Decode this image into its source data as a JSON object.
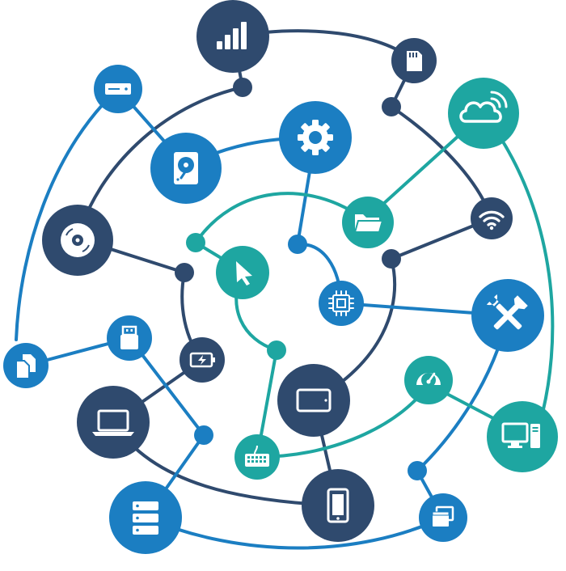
{
  "colors": {
    "navy": "#2f4a6e",
    "blue": "#1b7ec2",
    "teal": "#1ea6a1",
    "white": "#ffffff"
  },
  "nodes": [
    {
      "id": "signal",
      "icon": "signal-bars-icon",
      "color": "navy"
    },
    {
      "id": "sdcard",
      "icon": "sd-card-icon",
      "color": "navy"
    },
    {
      "id": "router",
      "icon": "router-box-icon",
      "color": "blue"
    },
    {
      "id": "harddisk",
      "icon": "hard-disk-icon",
      "color": "blue"
    },
    {
      "id": "settings",
      "icon": "gear-icon",
      "color": "blue"
    },
    {
      "id": "cloud",
      "icon": "cloud-wifi-icon",
      "color": "teal"
    },
    {
      "id": "folder",
      "icon": "folder-icon",
      "color": "teal"
    },
    {
      "id": "wifi",
      "icon": "wifi-icon",
      "color": "navy"
    },
    {
      "id": "disc",
      "icon": "optical-disc-icon",
      "color": "navy"
    },
    {
      "id": "cursor",
      "icon": "cursor-arrow-icon",
      "color": "teal"
    },
    {
      "id": "chip",
      "icon": "cpu-chip-icon",
      "color": "blue"
    },
    {
      "id": "tools",
      "icon": "tools-icon",
      "color": "blue"
    },
    {
      "id": "usb",
      "icon": "usb-drive-icon",
      "color": "blue"
    },
    {
      "id": "battery",
      "icon": "battery-icon",
      "color": "navy"
    },
    {
      "id": "documents",
      "icon": "documents-icon",
      "color": "blue"
    },
    {
      "id": "laptop",
      "icon": "laptop-icon",
      "color": "navy"
    },
    {
      "id": "tablet",
      "icon": "tablet-icon",
      "color": "navy"
    },
    {
      "id": "gauge",
      "icon": "speedometer-icon",
      "color": "teal"
    },
    {
      "id": "desktop",
      "icon": "desktop-computer-icon",
      "color": "teal"
    },
    {
      "id": "keyboard",
      "icon": "keyboard-icon",
      "color": "teal"
    },
    {
      "id": "server",
      "icon": "server-stack-icon",
      "color": "blue"
    },
    {
      "id": "phone",
      "icon": "smartphone-icon",
      "color": "navy"
    },
    {
      "id": "windows",
      "icon": "app-windows-icon",
      "color": "blue"
    }
  ]
}
